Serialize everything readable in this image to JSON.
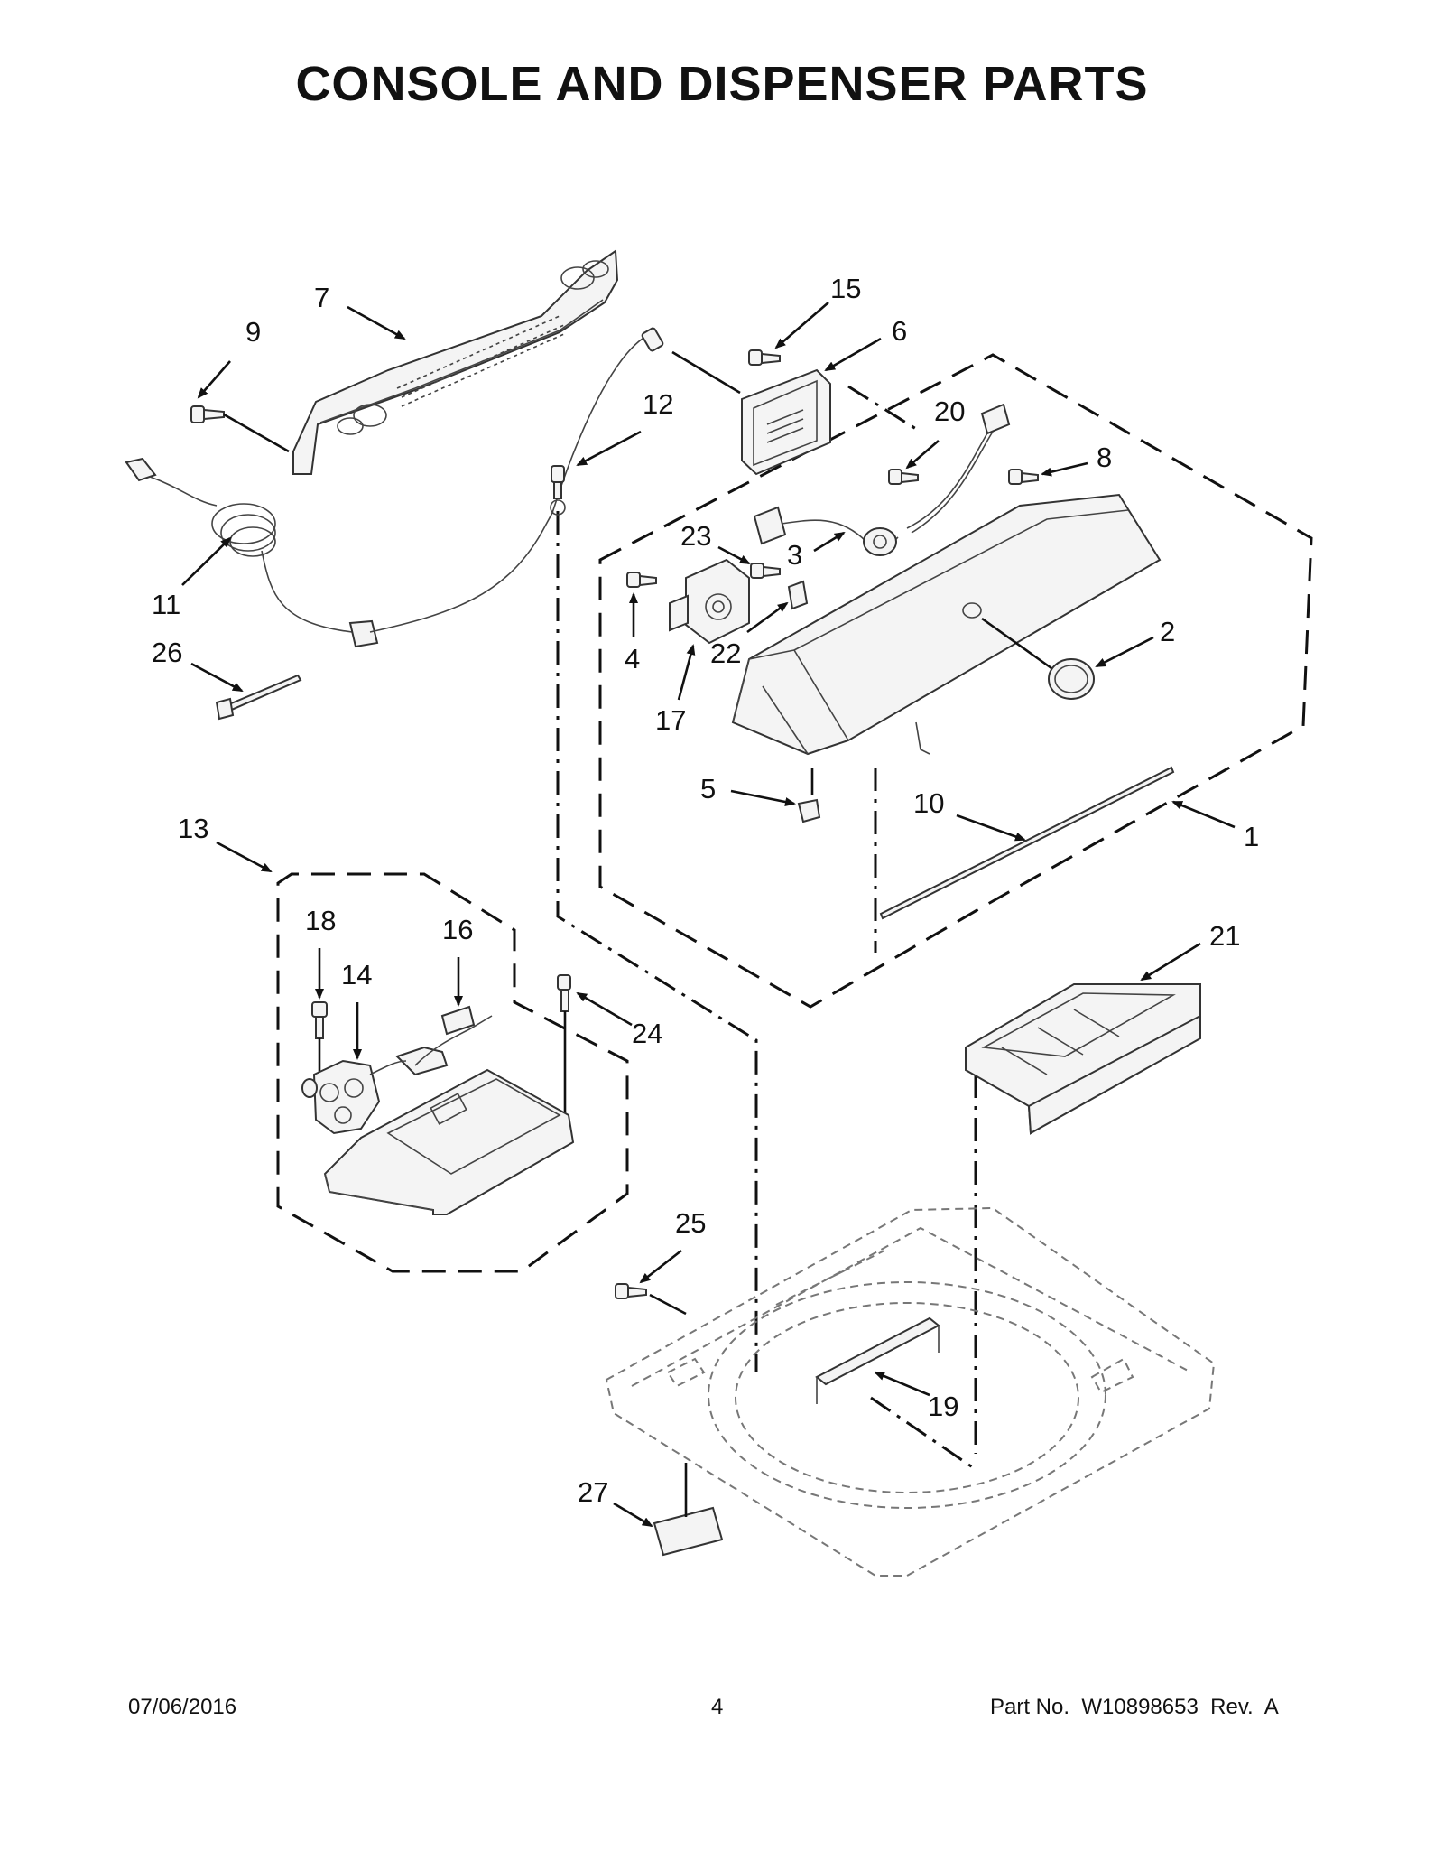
{
  "title": "CONSOLE AND DISPENSER PARTS",
  "footer": {
    "date": "07/06/2016",
    "page": "4",
    "part_no": "Part No.  W10898653  Rev.  A"
  },
  "callouts": [
    "1",
    "2",
    "3",
    "4",
    "5",
    "6",
    "7",
    "8",
    "9",
    "10",
    "11",
    "12",
    "13",
    "14",
    "15",
    "16",
    "17",
    "18",
    "19",
    "20",
    "21",
    "22",
    "23",
    "24",
    "25",
    "26",
    "27"
  ]
}
